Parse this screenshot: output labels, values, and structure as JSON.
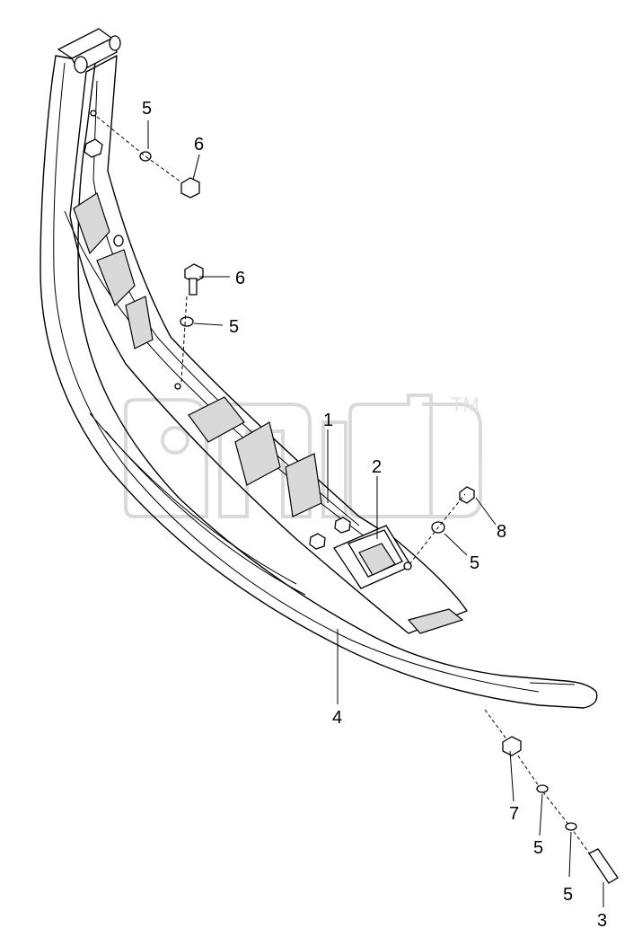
{
  "watermark": {
    "tm": "TM"
  },
  "callouts": {
    "c1": "1",
    "c2": "2",
    "c3": "3",
    "c4": "4",
    "c5_top": "5",
    "c5_mid": "5",
    "c5_right": "5",
    "c5_low1": "5",
    "c5_low2": "5",
    "c6_top": "6",
    "c6_mid": "6",
    "c7": "7",
    "c8": "8"
  }
}
